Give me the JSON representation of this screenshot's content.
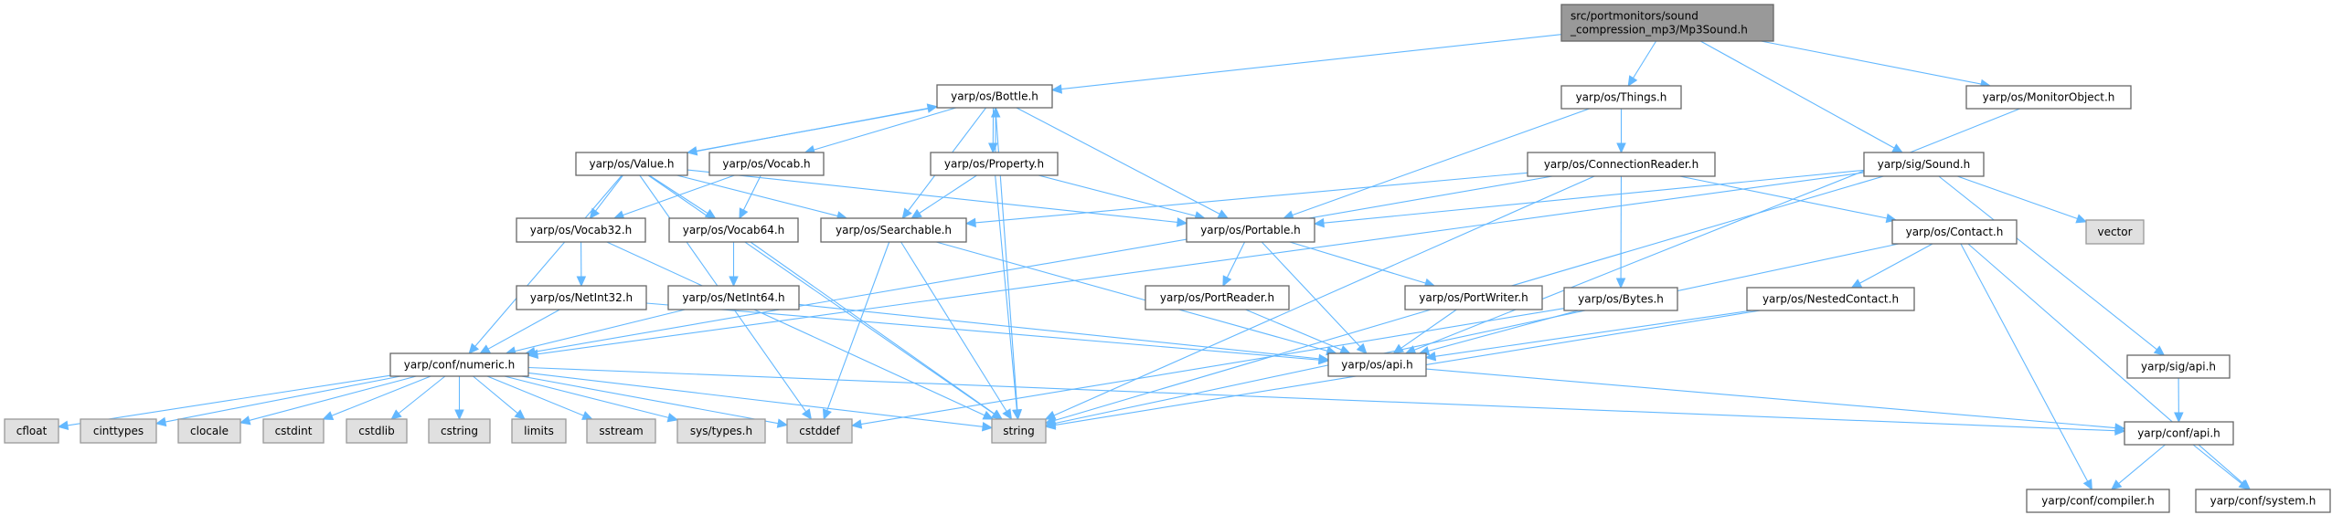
{
  "graph": {
    "type": "include-dependency-graph",
    "colors": {
      "edge": "#63b8ff",
      "root_fill": "#999999",
      "external_fill": "#e0e0e0",
      "node_fill": "#ffffff",
      "node_border": "#666666",
      "external_border": "#999999"
    },
    "nodes": [
      {
        "id": "root",
        "label": [
          "src/portmonitors/sound",
          "_compression_mp3/Mp3Sound.h"
        ],
        "kind": "root"
      },
      {
        "id": "bottle",
        "label": [
          "yarp/os/Bottle.h"
        ],
        "kind": "normal"
      },
      {
        "id": "things",
        "label": [
          "yarp/os/Things.h"
        ],
        "kind": "normal"
      },
      {
        "id": "monitor",
        "label": [
          "yarp/os/MonitorObject.h"
        ],
        "kind": "normal"
      },
      {
        "id": "value",
        "label": [
          "yarp/os/Value.h"
        ],
        "kind": "normal"
      },
      {
        "id": "vocab",
        "label": [
          "yarp/os/Vocab.h"
        ],
        "kind": "normal"
      },
      {
        "id": "property",
        "label": [
          "yarp/os/Property.h"
        ],
        "kind": "normal"
      },
      {
        "id": "connreader",
        "label": [
          "yarp/os/ConnectionReader.h"
        ],
        "kind": "normal"
      },
      {
        "id": "sound",
        "label": [
          "yarp/sig/Sound.h"
        ],
        "kind": "normal"
      },
      {
        "id": "vocab32",
        "label": [
          "yarp/os/Vocab32.h"
        ],
        "kind": "normal"
      },
      {
        "id": "vocab64",
        "label": [
          "yarp/os/Vocab64.h"
        ],
        "kind": "normal"
      },
      {
        "id": "searchable",
        "label": [
          "yarp/os/Searchable.h"
        ],
        "kind": "normal"
      },
      {
        "id": "portable",
        "label": [
          "yarp/os/Portable.h"
        ],
        "kind": "normal"
      },
      {
        "id": "contact",
        "label": [
          "yarp/os/Contact.h"
        ],
        "kind": "normal"
      },
      {
        "id": "vector",
        "label": [
          "vector"
        ],
        "kind": "external"
      },
      {
        "id": "netint32",
        "label": [
          "yarp/os/NetInt32.h"
        ],
        "kind": "normal"
      },
      {
        "id": "netint64",
        "label": [
          "yarp/os/NetInt64.h"
        ],
        "kind": "normal"
      },
      {
        "id": "portreader",
        "label": [
          "yarp/os/PortReader.h"
        ],
        "kind": "normal"
      },
      {
        "id": "portwriter",
        "label": [
          "yarp/os/PortWriter.h"
        ],
        "kind": "normal"
      },
      {
        "id": "bytes",
        "label": [
          "yarp/os/Bytes.h"
        ],
        "kind": "normal"
      },
      {
        "id": "nested",
        "label": [
          "yarp/os/NestedContact.h"
        ],
        "kind": "normal"
      },
      {
        "id": "numeric",
        "label": [
          "yarp/conf/numeric.h"
        ],
        "kind": "normal"
      },
      {
        "id": "osapi",
        "label": [
          "yarp/os/api.h"
        ],
        "kind": "normal"
      },
      {
        "id": "sigapi",
        "label": [
          "yarp/sig/api.h"
        ],
        "kind": "normal"
      },
      {
        "id": "cfloat",
        "label": [
          "cfloat"
        ],
        "kind": "external"
      },
      {
        "id": "cinttypes",
        "label": [
          "cinttypes"
        ],
        "kind": "external"
      },
      {
        "id": "clocale",
        "label": [
          "clocale"
        ],
        "kind": "external"
      },
      {
        "id": "cstdint",
        "label": [
          "cstdint"
        ],
        "kind": "external"
      },
      {
        "id": "cstdlib",
        "label": [
          "cstdlib"
        ],
        "kind": "external"
      },
      {
        "id": "cstring",
        "label": [
          "cstring"
        ],
        "kind": "external"
      },
      {
        "id": "limits",
        "label": [
          "limits"
        ],
        "kind": "external"
      },
      {
        "id": "sstream",
        "label": [
          "sstream"
        ],
        "kind": "external"
      },
      {
        "id": "systypes",
        "label": [
          "sys/types.h"
        ],
        "kind": "external"
      },
      {
        "id": "cstddef",
        "label": [
          "cstddef"
        ],
        "kind": "external"
      },
      {
        "id": "string",
        "label": [
          "string"
        ],
        "kind": "external"
      },
      {
        "id": "confapi",
        "label": [
          "yarp/conf/api.h"
        ],
        "kind": "normal"
      },
      {
        "id": "compiler",
        "label": [
          "yarp/conf/compiler.h"
        ],
        "kind": "normal"
      },
      {
        "id": "system",
        "label": [
          "yarp/conf/system.h"
        ],
        "kind": "normal"
      }
    ],
    "edges": [
      [
        "root",
        "bottle"
      ],
      [
        "root",
        "things"
      ],
      [
        "root",
        "sound"
      ],
      [
        "root",
        "monitor"
      ],
      [
        "bottle",
        "value"
      ],
      [
        "bottle",
        "vocab"
      ],
      [
        "bottle",
        "property"
      ],
      [
        "bottle",
        "searchable"
      ],
      [
        "bottle",
        "portable"
      ],
      [
        "bottle",
        "string"
      ],
      [
        "value",
        "bottle"
      ],
      [
        "value",
        "vocab32"
      ],
      [
        "value",
        "vocab64"
      ],
      [
        "value",
        "searchable"
      ],
      [
        "value",
        "portable"
      ],
      [
        "value",
        "numeric"
      ],
      [
        "value",
        "cstddef"
      ],
      [
        "value",
        "string"
      ],
      [
        "vocab",
        "vocab32"
      ],
      [
        "vocab",
        "vocab64"
      ],
      [
        "property",
        "bottle"
      ],
      [
        "property",
        "searchable"
      ],
      [
        "property",
        "portable"
      ],
      [
        "property",
        "string"
      ],
      [
        "things",
        "connreader"
      ],
      [
        "things",
        "portable"
      ],
      [
        "connreader",
        "searchable"
      ],
      [
        "connreader",
        "numeric"
      ],
      [
        "connreader",
        "bytes"
      ],
      [
        "connreader",
        "contact"
      ],
      [
        "connreader",
        "string"
      ],
      [
        "sound",
        "portable"
      ],
      [
        "sound",
        "numeric"
      ],
      [
        "sound",
        "vector"
      ],
      [
        "sound",
        "sigapi"
      ],
      [
        "sound",
        "string"
      ],
      [
        "monitor",
        "osapi"
      ],
      [
        "vocab32",
        "netint32"
      ],
      [
        "vocab32",
        "string"
      ],
      [
        "vocab64",
        "netint64"
      ],
      [
        "vocab64",
        "string"
      ],
      [
        "searchable",
        "cstddef"
      ],
      [
        "searchable",
        "string"
      ],
      [
        "searchable",
        "osapi"
      ],
      [
        "portable",
        "portreader"
      ],
      [
        "portable",
        "portwriter"
      ],
      [
        "portable",
        "osapi"
      ],
      [
        "contact",
        "nested"
      ],
      [
        "contact",
        "string"
      ],
      [
        "contact",
        "compiler"
      ],
      [
        "contact",
        "system"
      ],
      [
        "netint32",
        "numeric"
      ],
      [
        "netint32",
        "osapi"
      ],
      [
        "netint64",
        "numeric"
      ],
      [
        "netint64",
        "osapi"
      ],
      [
        "portreader",
        "osapi"
      ],
      [
        "portwriter",
        "osapi"
      ],
      [
        "bytes",
        "osapi"
      ],
      [
        "bytes",
        "cstddef"
      ],
      [
        "nested",
        "osapi"
      ],
      [
        "nested",
        "string"
      ],
      [
        "numeric",
        "cfloat"
      ],
      [
        "numeric",
        "cinttypes"
      ],
      [
        "numeric",
        "clocale"
      ],
      [
        "numeric",
        "cstdint"
      ],
      [
        "numeric",
        "cstdlib"
      ],
      [
        "numeric",
        "cstring"
      ],
      [
        "numeric",
        "limits"
      ],
      [
        "numeric",
        "sstream"
      ],
      [
        "numeric",
        "systypes"
      ],
      [
        "numeric",
        "cstddef"
      ],
      [
        "numeric",
        "string"
      ],
      [
        "numeric",
        "confapi"
      ],
      [
        "osapi",
        "confapi"
      ],
      [
        "sigapi",
        "confapi"
      ],
      [
        "confapi",
        "compiler"
      ],
      [
        "confapi",
        "system"
      ]
    ]
  }
}
